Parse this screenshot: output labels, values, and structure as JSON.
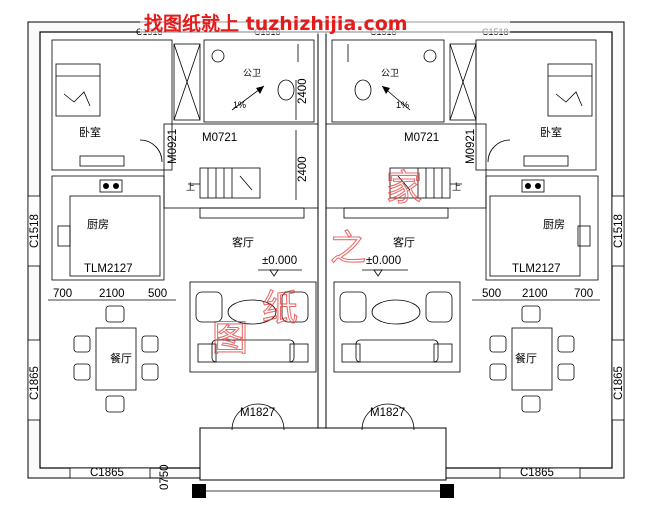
{
  "watermark": "找图纸就上 tuzhizhijia.com",
  "stamp_chars": [
    "图",
    "纸",
    "之",
    "家"
  ],
  "colors": {
    "watermark": "#e41b1b",
    "line": "#000000"
  },
  "rooms": {
    "bedroom": "卧室",
    "bathroom": "公卫",
    "kitchen": "厨房",
    "living": "客厅",
    "dining": "餐厅"
  },
  "labels": {
    "up": "上",
    "slope": "1%",
    "level": "±0.000"
  },
  "codes": {
    "window_c1518": "C1518",
    "window_c1865": "C1865",
    "door_m0721": "M0721",
    "door_m0921": "M0921",
    "door_m1827": "M1827",
    "door_tlm2127": "TLM2127"
  },
  "dims": {
    "d2400": "2400",
    "d700": "700",
    "d2100": "2100",
    "d500": "500",
    "d0750": "0750"
  }
}
